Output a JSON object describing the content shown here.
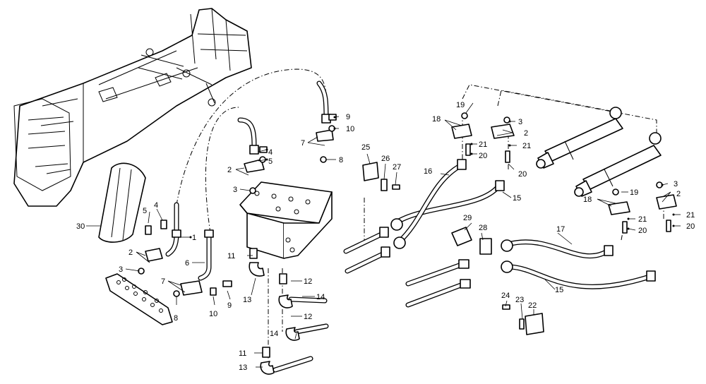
{
  "callouts": [
    {
      "id": "c-1",
      "text": "1"
    },
    {
      "id": "c-2a",
      "text": "2"
    },
    {
      "id": "c-2b",
      "text": "2"
    },
    {
      "id": "c-2c",
      "text": "2"
    },
    {
      "id": "c-2d",
      "text": "2"
    },
    {
      "id": "c-3a",
      "text": "3"
    },
    {
      "id": "c-3b",
      "text": "3"
    },
    {
      "id": "c-3c",
      "text": "3"
    },
    {
      "id": "c-3d",
      "text": "3"
    },
    {
      "id": "c-4a",
      "text": "4"
    },
    {
      "id": "c-4b",
      "text": "4"
    },
    {
      "id": "c-5a",
      "text": "5"
    },
    {
      "id": "c-5b",
      "text": "5"
    },
    {
      "id": "c-6",
      "text": "6"
    },
    {
      "id": "c-7a",
      "text": "7"
    },
    {
      "id": "c-7b",
      "text": "7"
    },
    {
      "id": "c-8a",
      "text": "8"
    },
    {
      "id": "c-8b",
      "text": "8"
    },
    {
      "id": "c-9a",
      "text": "9"
    },
    {
      "id": "c-9b",
      "text": "9"
    },
    {
      "id": "c-10a",
      "text": "10"
    },
    {
      "id": "c-10b",
      "text": "10"
    },
    {
      "id": "c-11a",
      "text": "11"
    },
    {
      "id": "c-11b",
      "text": "11"
    },
    {
      "id": "c-12a",
      "text": "12"
    },
    {
      "id": "c-12b",
      "text": "12"
    },
    {
      "id": "c-13a",
      "text": "13"
    },
    {
      "id": "c-13b",
      "text": "13"
    },
    {
      "id": "c-14a",
      "text": "14"
    },
    {
      "id": "c-14b",
      "text": "14"
    },
    {
      "id": "c-15a",
      "text": "15"
    },
    {
      "id": "c-15b",
      "text": "15"
    },
    {
      "id": "c-16",
      "text": "16"
    },
    {
      "id": "c-17",
      "text": "17"
    },
    {
      "id": "c-18a",
      "text": "18"
    },
    {
      "id": "c-18b",
      "text": "18"
    },
    {
      "id": "c-19a",
      "text": "19"
    },
    {
      "id": "c-19b",
      "text": "19"
    },
    {
      "id": "c-20a",
      "text": "20"
    },
    {
      "id": "c-20b",
      "text": "20"
    },
    {
      "id": "c-20c",
      "text": "20"
    },
    {
      "id": "c-20d",
      "text": "20"
    },
    {
      "id": "c-21a",
      "text": "21"
    },
    {
      "id": "c-21b",
      "text": "21"
    },
    {
      "id": "c-21c",
      "text": "21"
    },
    {
      "id": "c-21d",
      "text": "21"
    },
    {
      "id": "c-22",
      "text": "22"
    },
    {
      "id": "c-23",
      "text": "23"
    },
    {
      "id": "c-24",
      "text": "24"
    },
    {
      "id": "c-25",
      "text": "25"
    },
    {
      "id": "c-26",
      "text": "26"
    },
    {
      "id": "c-27",
      "text": "27"
    },
    {
      "id": "c-28",
      "text": "28"
    },
    {
      "id": "c-29",
      "text": "29"
    },
    {
      "id": "c-30",
      "text": "30"
    }
  ]
}
